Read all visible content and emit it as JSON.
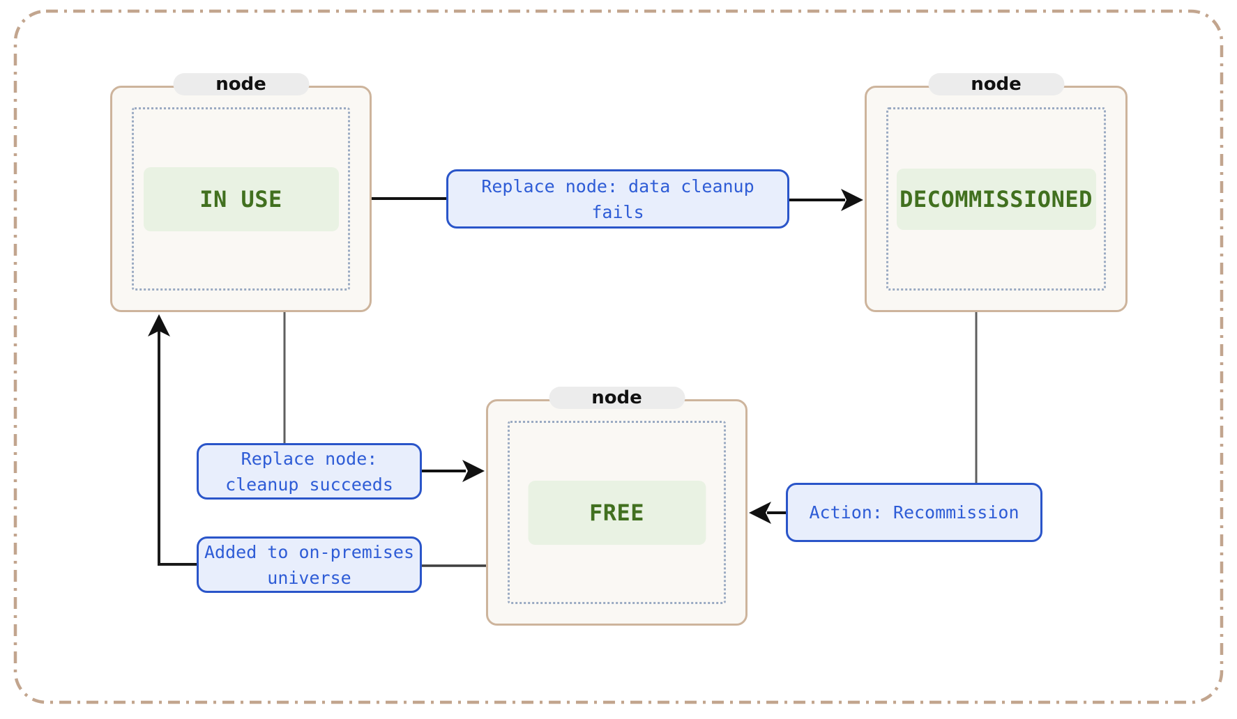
{
  "diagram": {
    "pill_label": "node",
    "states": {
      "in_use": "IN USE",
      "decommissioned": "DECOMMISSIONED",
      "free": "FREE"
    },
    "edges": {
      "replace_fails": {
        "lines": [
          "Replace node: data cleanup",
          "fails"
        ]
      },
      "replace_succeeds": {
        "lines": [
          "Replace node:",
          "cleanup succeeds"
        ]
      },
      "added_universe": {
        "lines": [
          "Added to on-premises",
          "universe"
        ]
      },
      "recommission": {
        "lines": [
          "Action: Recommission"
        ]
      }
    },
    "colors": {
      "outer_border": "#c2a58e",
      "node_border": "#cdb49c",
      "node_fill": "#faf8f4",
      "pill_fill": "#ececec",
      "inner_dotted_border": "#9aaac2",
      "state_fill": "#e9f2e3",
      "state_text": "#41701f",
      "edge_label_fill": "#e8eefc",
      "edge_label_border": "#2a55c9",
      "edge_label_text": "#2e5cd6",
      "connector_black": "#1a1a1a",
      "connector_gray": "#5f5f5f"
    }
  }
}
